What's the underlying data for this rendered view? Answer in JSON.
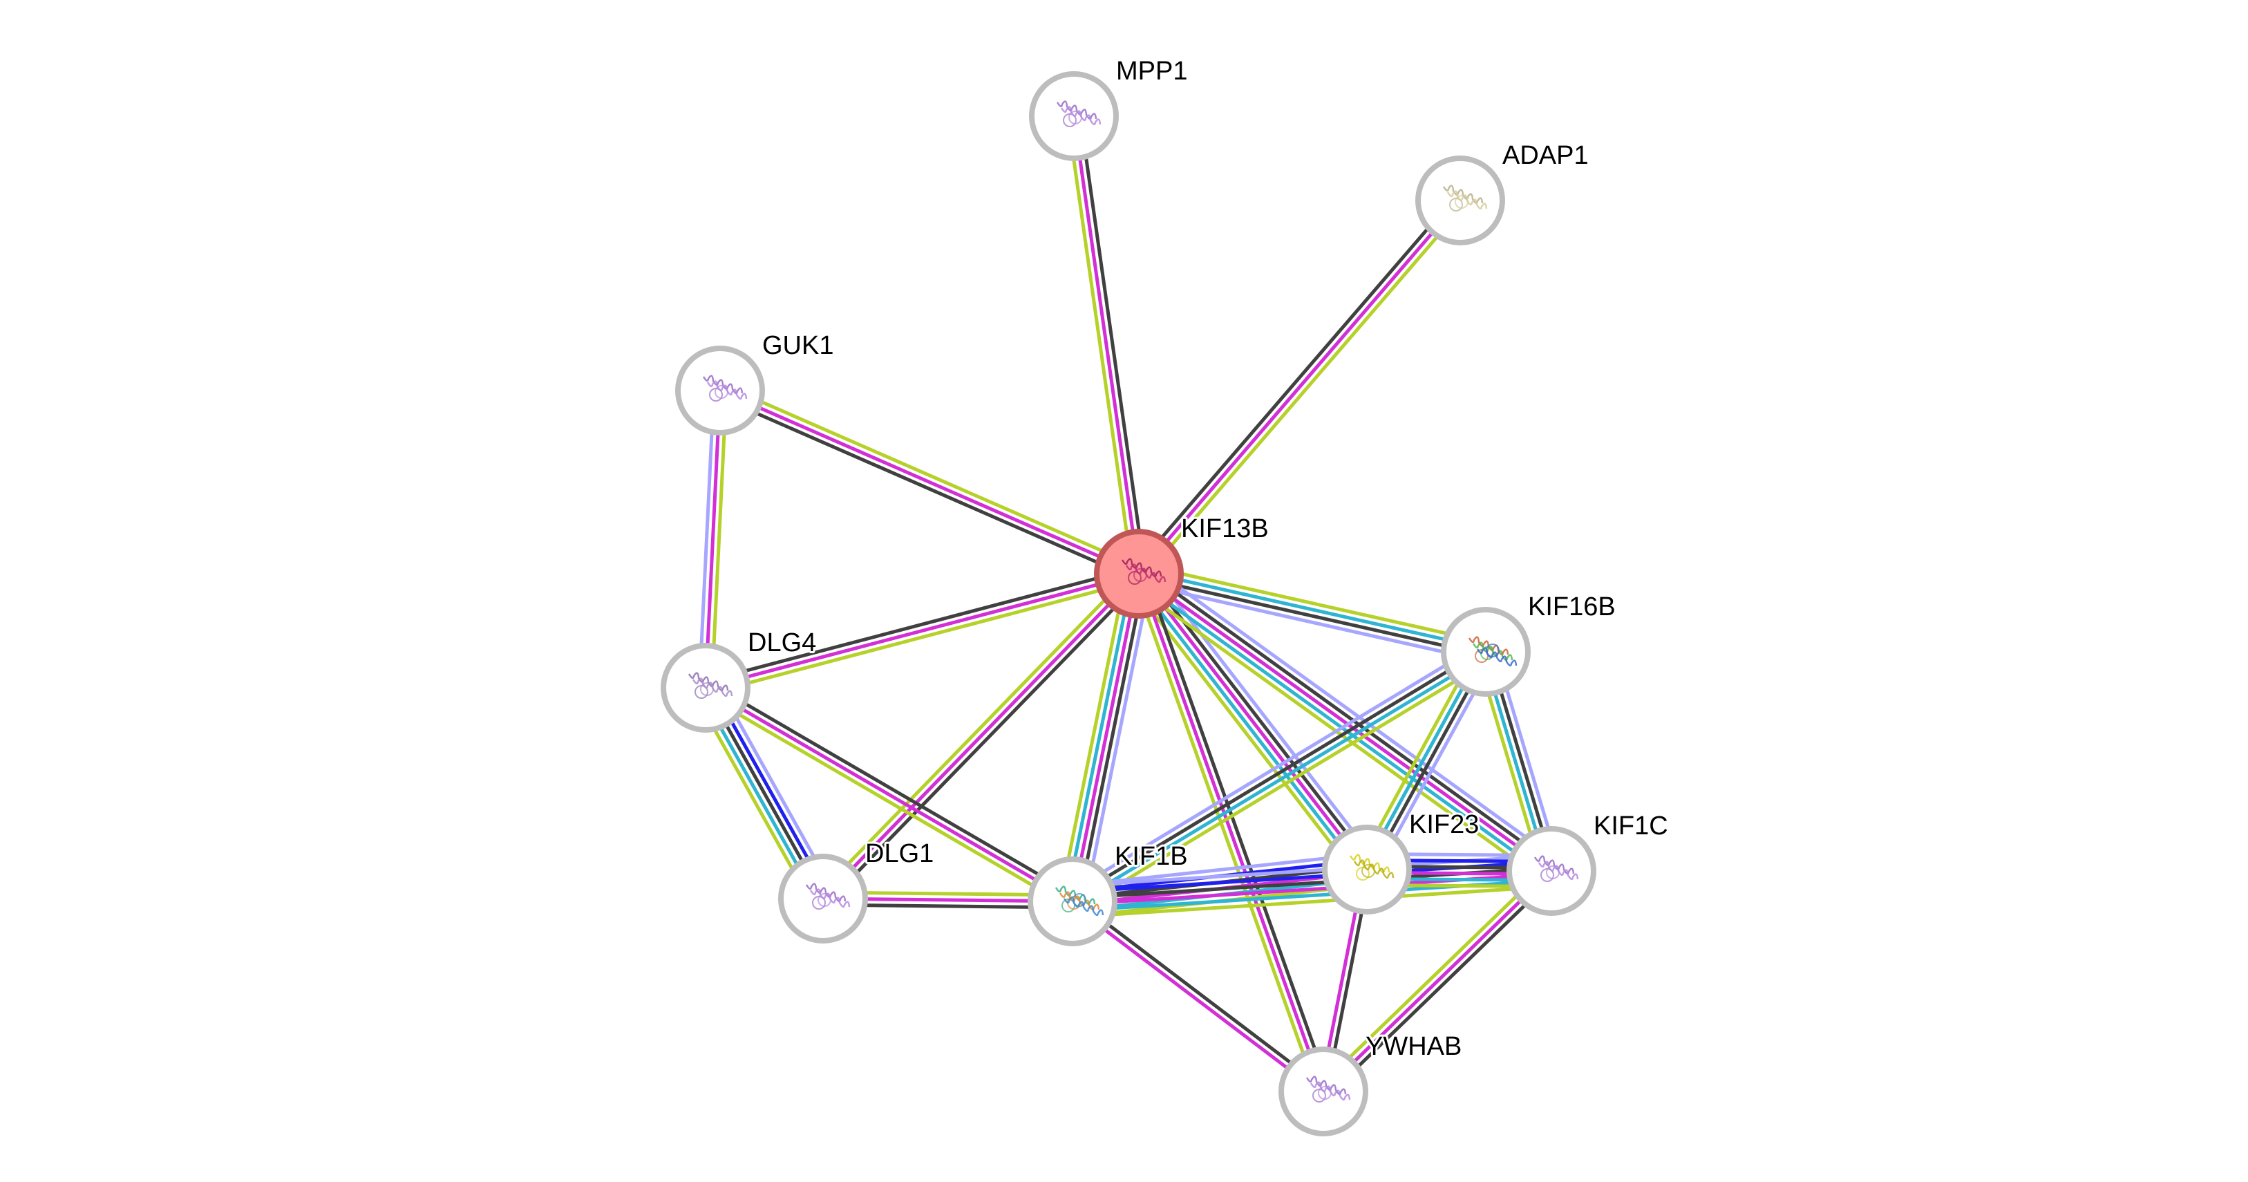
{
  "network": {
    "query_protein": "KIF13B",
    "nodes": [
      {
        "id": "KIF13B",
        "label": "KIF13B",
        "query": true,
        "structure_colors": [
          "#a0205a",
          "#c03070"
        ]
      },
      {
        "id": "MPP1",
        "label": "MPP1",
        "structure_colors": [
          "#9a6cc8",
          "#b58be0"
        ]
      },
      {
        "id": "ADAP1",
        "label": "ADAP1",
        "structure_colors": [
          "#b9b08a",
          "#d6cca0"
        ]
      },
      {
        "id": "GUK1",
        "label": "GUK1",
        "structure_colors": [
          "#9a6cc8",
          "#b58be0"
        ]
      },
      {
        "id": "KIF16B",
        "label": "KIF16B",
        "structure_colors": [
          "#d0603a",
          "#4cba4c",
          "#3a6ad0"
        ]
      },
      {
        "id": "DLG4",
        "label": "DLG4",
        "structure_colors": [
          "#8f70b0",
          "#a88ccc"
        ]
      },
      {
        "id": "DLG1",
        "label": "DLG1",
        "structure_colors": [
          "#9a6cc8",
          "#b58be0"
        ]
      },
      {
        "id": "KIF1B",
        "label": "KIF1B",
        "structure_colors": [
          "#3ab08a",
          "#e08a3a",
          "#3a8ad0"
        ]
      },
      {
        "id": "KIF23",
        "label": "KIF23",
        "structure_colors": [
          "#d8d020",
          "#b8b010"
        ]
      },
      {
        "id": "KIF1C",
        "label": "KIF1C",
        "structure_colors": [
          "#9a6cc8",
          "#b58be0"
        ]
      },
      {
        "id": "YWHAB",
        "label": "YWHAB",
        "structure_colors": [
          "#9a6cc8",
          "#b58be0"
        ]
      }
    ],
    "evidence_colors": {
      "textmining": "#b5d12a",
      "experiments": "#d22fd6",
      "coexpression": "#404040",
      "databases": "#2fb4d2",
      "homology": "#a6a6ff",
      "cooccurrence": "#2020ee"
    },
    "edges": [
      {
        "a": "KIF13B",
        "b": "MPP1",
        "evidence": [
          "textmining",
          "experiments",
          "coexpression"
        ]
      },
      {
        "a": "KIF13B",
        "b": "ADAP1",
        "evidence": [
          "coexpression",
          "experiments",
          "textmining"
        ]
      },
      {
        "a": "KIF13B",
        "b": "GUK1",
        "evidence": [
          "coexpression",
          "experiments",
          "textmining"
        ]
      },
      {
        "a": "KIF13B",
        "b": "DLG4",
        "evidence": [
          "textmining",
          "experiments",
          "coexpression"
        ]
      },
      {
        "a": "KIF13B",
        "b": "DLG1",
        "evidence": [
          "coexpression",
          "experiments",
          "textmining"
        ]
      },
      {
        "a": "KIF13B",
        "b": "KIF1B",
        "evidence": [
          "homology",
          "coexpression",
          "experiments",
          "databases",
          "textmining"
        ]
      },
      {
        "a": "KIF13B",
        "b": "KIF16B",
        "evidence": [
          "textmining",
          "databases",
          "coexpression",
          "homology"
        ]
      },
      {
        "a": "KIF13B",
        "b": "KIF23",
        "evidence": [
          "homology",
          "coexpression",
          "experiments",
          "databases",
          "textmining"
        ]
      },
      {
        "a": "KIF13B",
        "b": "KIF1C",
        "evidence": [
          "homology",
          "coexpression",
          "experiments",
          "databases",
          "textmining"
        ]
      },
      {
        "a": "KIF13B",
        "b": "YWHAB",
        "evidence": [
          "coexpression",
          "experiments",
          "textmining"
        ]
      },
      {
        "a": "GUK1",
        "b": "DLG4",
        "evidence": [
          "textmining",
          "experiments",
          "homology"
        ]
      },
      {
        "a": "DLG4",
        "b": "DLG1",
        "evidence": [
          "homology",
          "cooccurrence",
          "coexpression",
          "databases",
          "textmining"
        ]
      },
      {
        "a": "DLG4",
        "b": "KIF1B",
        "evidence": [
          "coexpression",
          "experiments",
          "textmining"
        ]
      },
      {
        "a": "DLG1",
        "b": "KIF1B",
        "evidence": [
          "textmining",
          "experiments",
          "coexpression"
        ]
      },
      {
        "a": "KIF1B",
        "b": "KIF16B",
        "evidence": [
          "homology",
          "coexpression",
          "databases",
          "textmining"
        ]
      },
      {
        "a": "KIF1B",
        "b": "KIF23",
        "evidence": [
          "homology",
          "cooccurrence",
          "coexpression",
          "experiments",
          "databases",
          "textmining"
        ]
      },
      {
        "a": "KIF1B",
        "b": "KIF1C",
        "evidence": [
          "homology",
          "cooccurrence",
          "coexpression",
          "experiments",
          "databases",
          "textmining"
        ]
      },
      {
        "a": "KIF1B",
        "b": "YWHAB",
        "evidence": [
          "coexpression",
          "experiments"
        ]
      },
      {
        "a": "KIF16B",
        "b": "KIF23",
        "evidence": [
          "homology",
          "coexpression",
          "databases",
          "textmining"
        ]
      },
      {
        "a": "KIF16B",
        "b": "KIF1C",
        "evidence": [
          "homology",
          "coexpression",
          "databases",
          "textmining"
        ]
      },
      {
        "a": "KIF23",
        "b": "KIF1C",
        "evidence": [
          "homology",
          "cooccurrence",
          "coexpression",
          "experiments",
          "databases",
          "textmining"
        ]
      },
      {
        "a": "KIF23",
        "b": "YWHAB",
        "evidence": [
          "coexpression",
          "experiments"
        ]
      },
      {
        "a": "KIF1C",
        "b": "YWHAB",
        "evidence": [
          "coexpression",
          "experiments",
          "textmining"
        ]
      }
    ]
  }
}
